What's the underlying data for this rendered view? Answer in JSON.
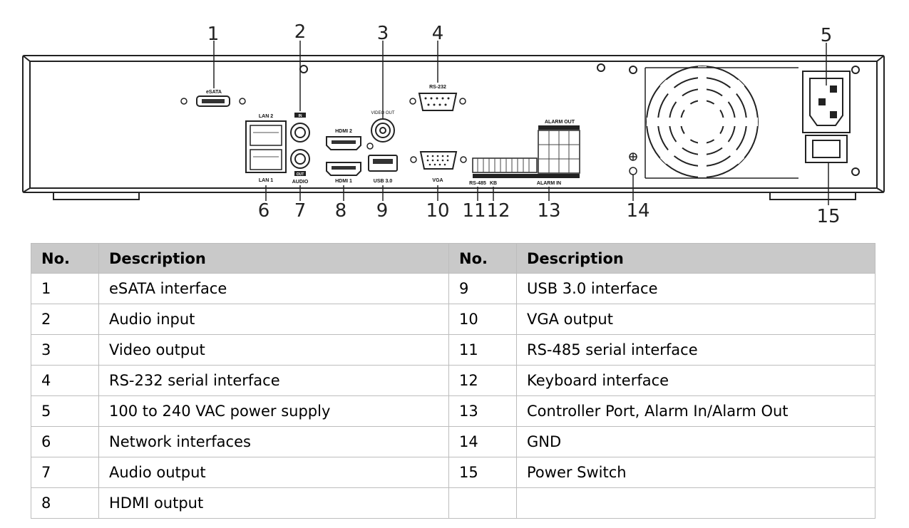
{
  "callouts": [
    "1",
    "2",
    "3",
    "4",
    "5",
    "6",
    "7",
    "8",
    "9",
    "10",
    "11",
    "12",
    "13",
    "14",
    "15"
  ],
  "port_labels": {
    "esata": "eSATA",
    "lan2": "LAN 2",
    "lan1": "LAN 1",
    "in": "IN",
    "out": "OUT",
    "audio": "AUDIO",
    "hdmi2": "HDMI 2",
    "hdmi1": "HDMI 1",
    "video_out": "VIDEO OUT",
    "usb3": "USB 3.0",
    "rs232": "RS-232",
    "vga": "VGA",
    "rs485": "RS-485",
    "kb": "KB",
    "alarm_out": "ALARM OUT",
    "alarm_in": "ALARM IN"
  },
  "table": {
    "headers": [
      "No.",
      "Description",
      "No.",
      "Description"
    ],
    "rows": [
      [
        "1",
        "eSATA interface",
        "9",
        "USB 3.0 interface"
      ],
      [
        "2",
        "Audio input",
        "10",
        "VGA output"
      ],
      [
        "3",
        "Video output",
        "11",
        "RS-485 serial interface"
      ],
      [
        "4",
        "RS-232 serial interface",
        "12",
        "Keyboard interface"
      ],
      [
        "5",
        "100 to 240 VAC power supply",
        "13",
        "Controller Port, Alarm In/Alarm Out"
      ],
      [
        "6",
        "Network interfaces",
        "14",
        "GND"
      ],
      [
        "7",
        "Audio output",
        "15",
        "Power Switch"
      ],
      [
        "8",
        "HDMI output",
        "",
        ""
      ]
    ]
  }
}
